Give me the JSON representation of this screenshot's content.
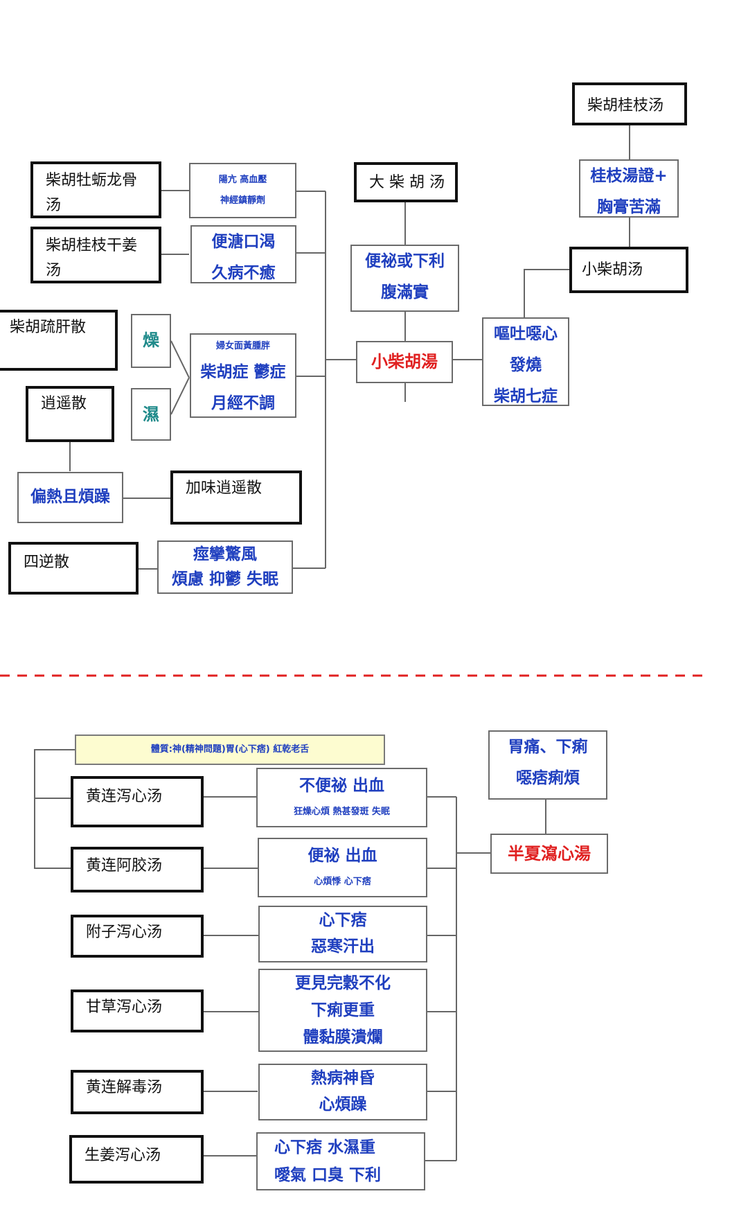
{
  "top": {
    "chaihu_guizhi_tang": "柴胡桂枝汤",
    "guizhi_sign": [
      "桂枝湯證+",
      "胸膏苦滿"
    ],
    "xiao_chaihu_tang_box": "小柴胡汤",
    "vomit_fever": [
      "嘔吐噁心",
      "發燒",
      "柴胡七症"
    ],
    "xiao_chaihu_tang_center": "小柴胡湯",
    "da_chaihu_tang": "大 柴 胡 汤",
    "constipation": [
      "便祕或下利",
      "腹滿實"
    ],
    "muli": [
      "柴胡牡蛎龙骨",
      "汤"
    ],
    "muli_sign": [
      "陽亢 高血壓",
      "神經鎮靜劑"
    ],
    "guizhi_ganjiang": [
      "柴胡桂枝干姜",
      "汤"
    ],
    "ganjiang_sign": [
      "便溏口渴",
      "久病不癒"
    ],
    "shugan": "柴胡疏肝散",
    "dry": "燥",
    "damp": "濕",
    "women_sign": [
      "婦女面黃腫胖",
      "柴胡症 鬱症",
      "月經不調"
    ],
    "xiaoyao": "逍遥散",
    "hot_irritable": "偏熱且煩躁",
    "jiawei_xiaoyao": "加味逍遥散",
    "sini": "四逆散",
    "sini_sign": [
      "痙攣驚風",
      "煩慮 抑鬱 失眠"
    ]
  },
  "bottom": {
    "constitution": "體質:神(精神問題)胃(心下痞) 紅乾老舌",
    "banxia_sign": [
      "胃痛、下痢",
      "噁痞痢煩"
    ],
    "banxia": "半夏瀉心湯",
    "rows": [
      {
        "name": "黄连泻心汤",
        "big": [
          "不便祕  出血"
        ],
        "small": "狂燥心煩 熱甚發斑 失眠"
      },
      {
        "name": "黄连阿胶汤",
        "big": [
          "便祕 出血"
        ],
        "small": "心煩悸 心下痞"
      },
      {
        "name": "附子泻心汤",
        "big": [
          "心下痞",
          "惡寒汗出"
        ],
        "small": ""
      },
      {
        "name": "甘草泻心汤",
        "big": [
          "更見完穀不化",
          "下痢更重",
          "體黏膜潰爛"
        ],
        "small": ""
      },
      {
        "name": "黄连解毒汤",
        "big": [
          "熱病神昏",
          "心煩躁"
        ],
        "small": ""
      },
      {
        "name": "生姜泻心汤",
        "big": [
          "心下痞 水濕重",
          "噯氣 口臭 下利"
        ],
        "small": ""
      }
    ]
  }
}
